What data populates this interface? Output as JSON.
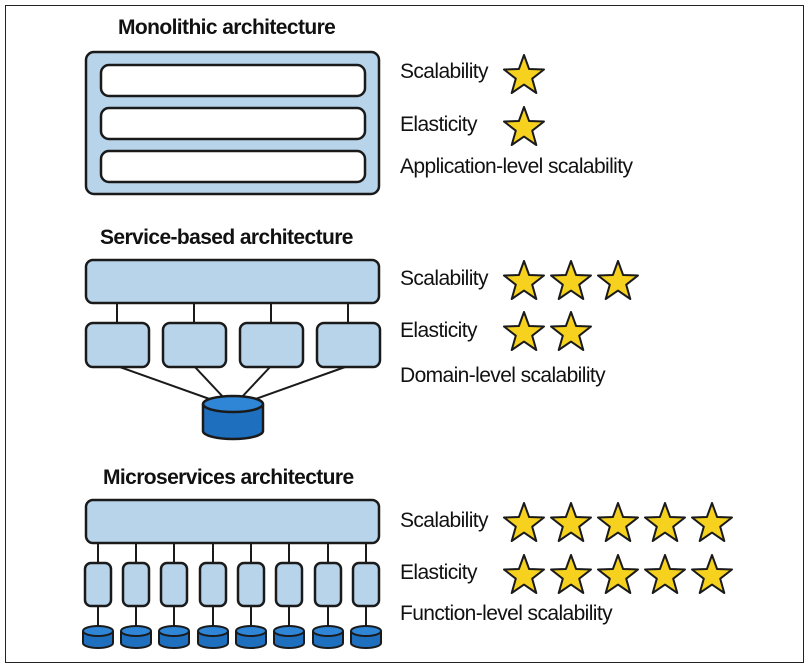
{
  "colors": {
    "box_fill": "#b8d4ea",
    "box_stroke": "#1a1a1a",
    "db_fill": "#1f6fbf",
    "db_top": "#2f85d6",
    "star_fill": "#f6d21e",
    "star_stroke": "#1a1a1a"
  },
  "sections": [
    {
      "title": "Monolithic architecture",
      "scalability_label": "Scalability",
      "scalability_stars": 1,
      "elasticity_label": "Elasticity",
      "elasticity_stars": 1,
      "scope": "Application-level scalability"
    },
    {
      "title": "Service-based architecture",
      "scalability_label": "Scalability",
      "scalability_stars": 3,
      "elasticity_label": "Elasticity",
      "elasticity_stars": 2,
      "scope": "Domain-level scalability"
    },
    {
      "title": "Microservices architecture",
      "scalability_label": "Scalability",
      "scalability_stars": 5,
      "elasticity_label": "Elasticity",
      "elasticity_stars": 5,
      "scope": "Function-level scalability"
    }
  ]
}
